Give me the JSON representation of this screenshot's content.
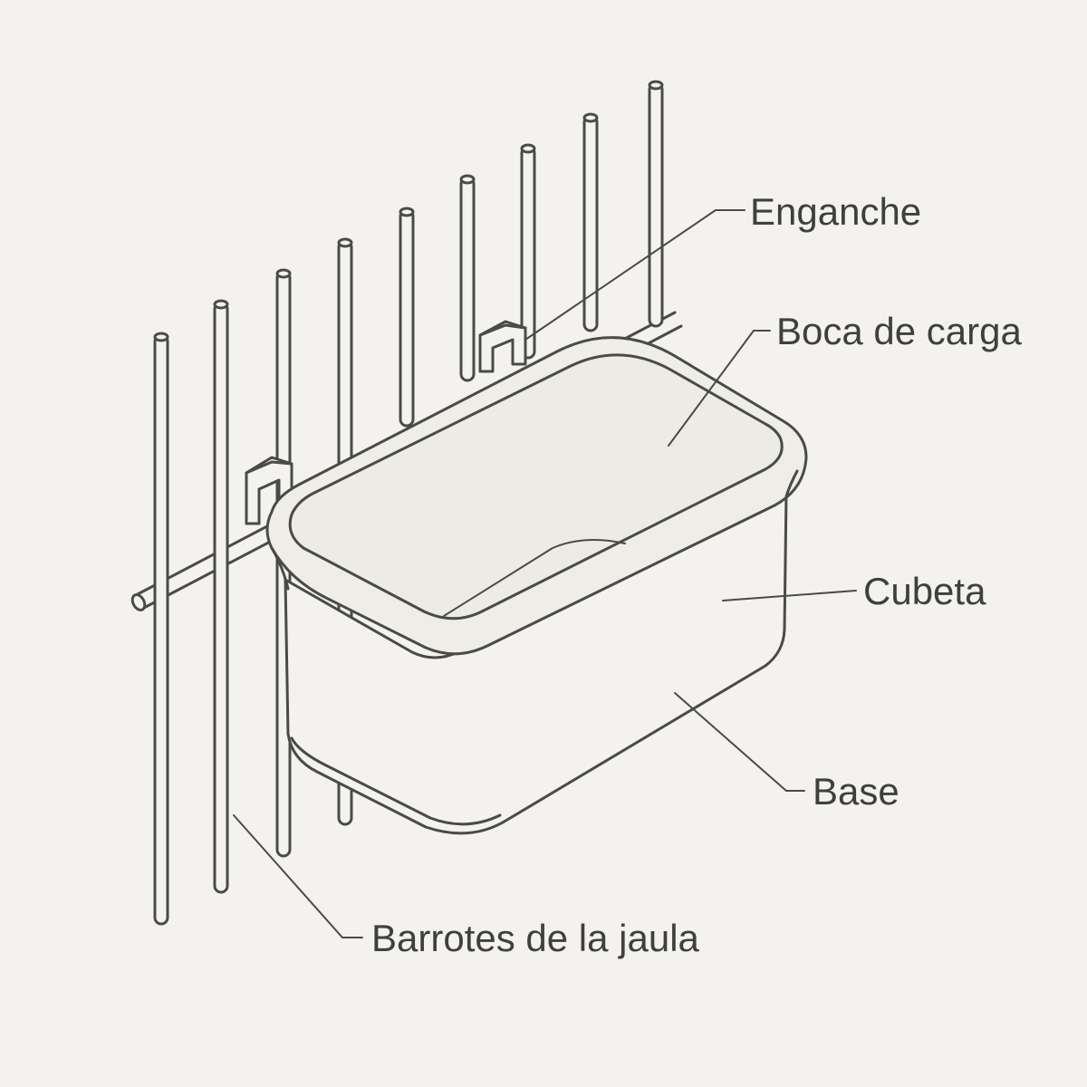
{
  "labels": {
    "enganche": "Enganche",
    "boca": "Boca de carga",
    "cubeta": "Cubeta",
    "base": "Base",
    "barrotes": "Barrotes de la jaula"
  },
  "colors": {
    "background": "#f3f2ee",
    "line": "#4a4a46",
    "text": "#3f3f3b"
  }
}
